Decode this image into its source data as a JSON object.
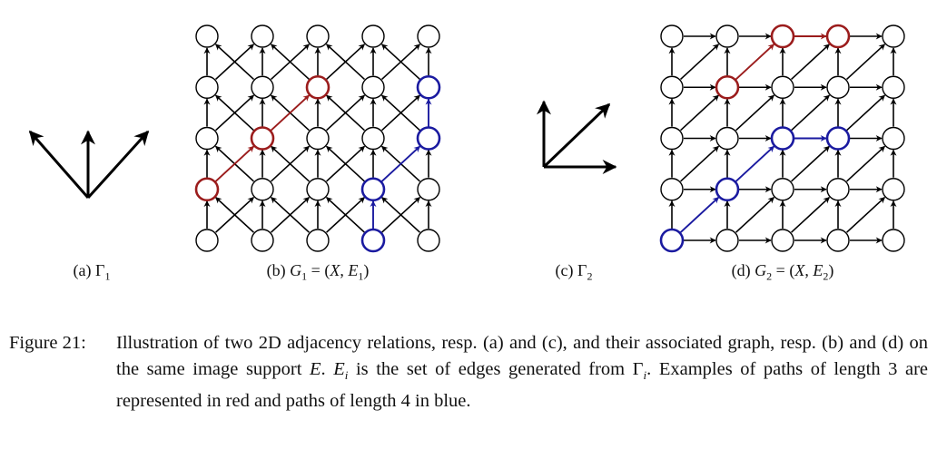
{
  "subfigures": [
    {
      "id": "a",
      "label": "(a) Γ1",
      "prefix": "(a) Γ",
      "sub": "1"
    },
    {
      "id": "b",
      "label": "(b) G1 = (X, E1)",
      "prefix": "(b) ",
      "var": "G",
      "sub": "1",
      "rhs_open": " = (",
      "rhs_x": "X",
      "rhs_sep": ", ",
      "rhs_e": "E",
      "rhs_sub": "1",
      "rhs_close": ")"
    },
    {
      "id": "c",
      "label": "(c) Γ2",
      "prefix": "(c) Γ",
      "sub": "2"
    },
    {
      "id": "d",
      "label": "(d) G2 = (X, E2)",
      "prefix": "(d) ",
      "var": "G",
      "sub": "2",
      "rhs_open": " = (",
      "rhs_x": "X",
      "rhs_sep": ", ",
      "rhs_e": "E",
      "rhs_sub": "2",
      "rhs_close": ")"
    }
  ],
  "caption": {
    "label": "Figure 21:",
    "part1": "Illustration of two 2D adjacency relations, resp. (a) and (c), and their associated graph, resp. (b) and (d) on the same image support ",
    "E": "E",
    "part2": ".  ",
    "Ei": "E",
    "i": "i",
    "part3": " is the set of edges generated from Γ",
    "part4": ". Examples of paths of length 3 are represented in red and paths of length 4 in blue."
  },
  "colors": {
    "red": "#9b1c1c",
    "blue": "#1a1aa0",
    "black": "#000000"
  },
  "graphs": {
    "grid_cols": 5,
    "grid_rows": 5,
    "gamma1_offsets": [
      [
        -1,
        1
      ],
      [
        0,
        1
      ],
      [
        1,
        1
      ]
    ],
    "gamma2_offsets": [
      [
        1,
        0
      ],
      [
        0,
        1
      ],
      [
        1,
        1
      ]
    ],
    "g1_red_path": [
      [
        0,
        1
      ],
      [
        1,
        2
      ],
      [
        2,
        3
      ]
    ],
    "g1_blue_path": [
      [
        3,
        0
      ],
      [
        3,
        1
      ],
      [
        4,
        2
      ],
      [
        4,
        3
      ]
    ],
    "g2_red_path": [
      [
        1,
        3
      ],
      [
        2,
        4
      ],
      [
        3,
        4
      ]
    ],
    "g2_blue_path": [
      [
        0,
        0
      ],
      [
        1,
        1
      ],
      [
        2,
        2
      ],
      [
        3,
        2
      ]
    ]
  }
}
